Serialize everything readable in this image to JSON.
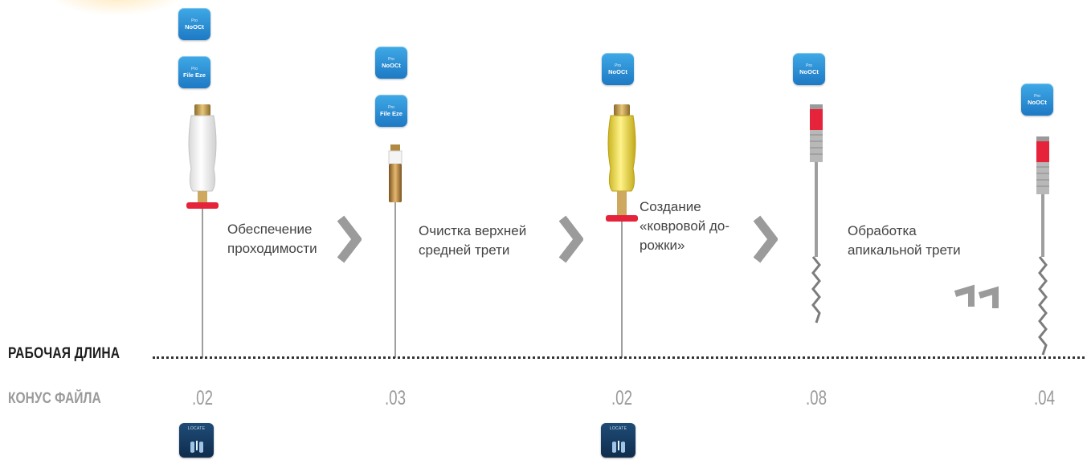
{
  "working_length_label": "РАБОЧАЯ ДЛИНА",
  "taper_label": "КОНУС ФАЙЛА",
  "badges": {
    "nogo_sub": "Pro",
    "nogo_main": "NoOCt",
    "fileeze_sub": "Pro",
    "fileeze_main": "File Eze",
    "locate": "LOCATE"
  },
  "steps": [
    {
      "line1": "Обеспечение",
      "line2": "проходимости"
    },
    {
      "line1": "Очистка верхней",
      "line2": "средней трети"
    },
    {
      "line1": "Создание",
      "line2": "«ковровой до-",
      "line3": "рожки»"
    },
    {
      "line1": "Обработка",
      "line2": "апикальной трети"
    }
  ],
  "tapers": [
    ".02",
    ".03",
    ".02",
    ".08",
    ".04"
  ],
  "colors": {
    "badge_blue": "#1d79c4",
    "white_handle": "#f2f2f2",
    "yellow_handle": "#f0e04a",
    "red_stop": "#e5243b",
    "chevron": "#9b9b9b"
  }
}
